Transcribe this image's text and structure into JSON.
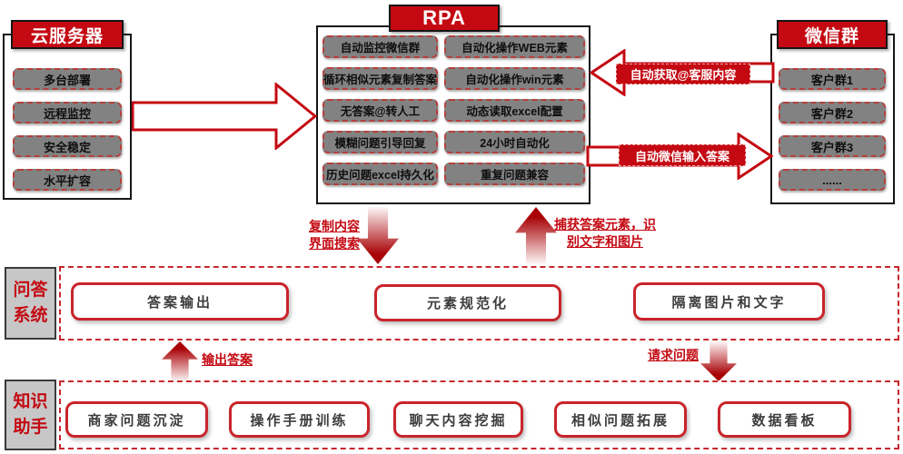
{
  "colors": {
    "accent_red": "#c40912",
    "button_gray": "#828282",
    "label_gray": "#c7c7c7"
  },
  "cloud_server": {
    "title": "云服务器",
    "items": [
      "多台部署",
      "远程监控",
      "安全稳定",
      "水平扩容"
    ]
  },
  "rpa": {
    "title": "RPA",
    "features": [
      [
        "自动监控微信群",
        "自动化操作WEB元素"
      ],
      [
        "循环相似元素复制答案",
        "自动化操作win元素"
      ],
      [
        "无答案@转人工",
        "动态读取excel配置"
      ],
      [
        "模糊问题引导回复",
        "24小时自动化"
      ],
      [
        "历史问题excel持久化",
        "重复问题兼容"
      ]
    ]
  },
  "wechat": {
    "title": "微信群",
    "items": [
      "客户群1",
      "客户群2",
      "客户群3",
      "......"
    ]
  },
  "flows": {
    "fetch_from_wechat": "自动获取@客服内容",
    "input_to_wechat": "自动微信输入答案",
    "copy_line1": "复制内容",
    "copy_line2": "界面搜索",
    "capture_line1": "捕获答案元素，识",
    "capture_line2": "别文字和图片",
    "output_answer": "输出答案",
    "request_question": "请求问题"
  },
  "qa_system": {
    "label_line1": "问答",
    "label_line2": "系统",
    "items": [
      "答案输出",
      "元素规范化",
      "隔离图片和文字"
    ]
  },
  "knowledge_assistant": {
    "label_line1": "知识",
    "label_line2": "助手",
    "items": [
      "商家问题沉淀",
      "操作手册训练",
      "聊天内容挖掘",
      "相似问题拓展",
      "数据看板"
    ]
  }
}
